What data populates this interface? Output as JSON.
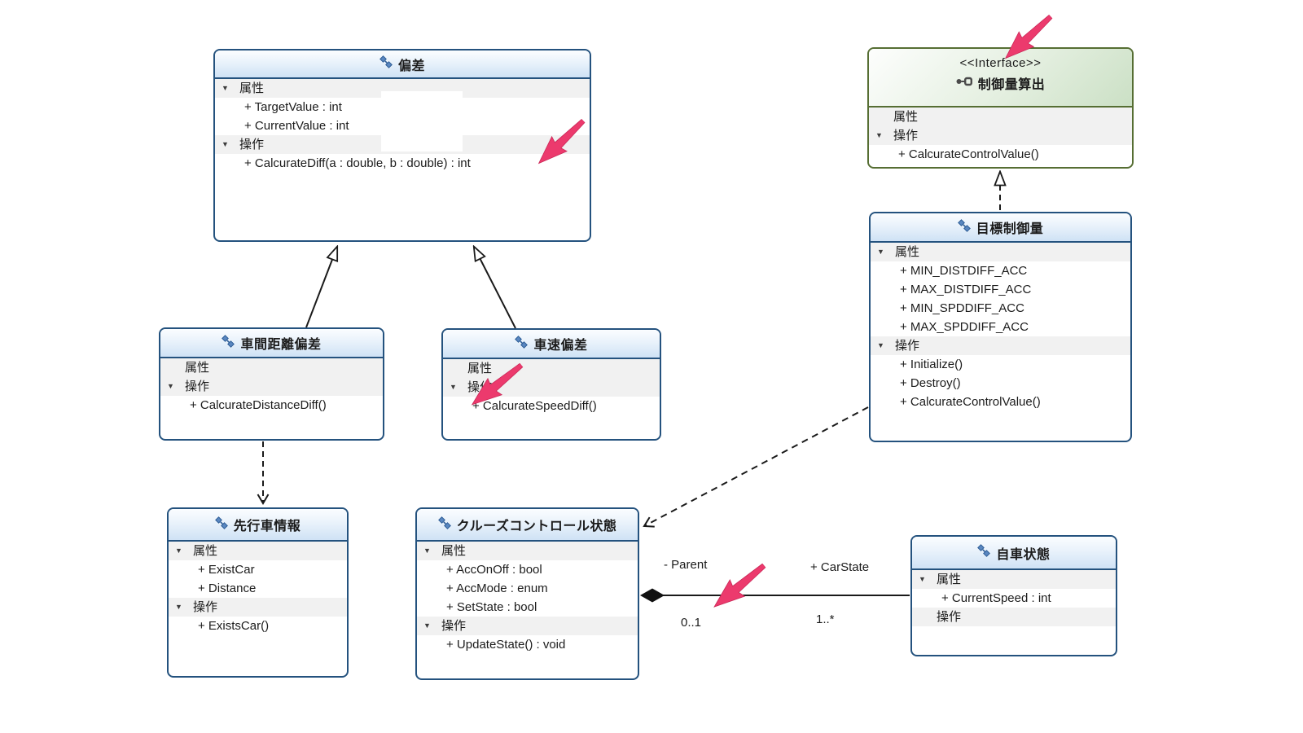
{
  "colors": {
    "class_border": "#24527e",
    "class_header_fill": "#cfe2f5",
    "interface_border": "#566e33",
    "interface_header_fill": "#cbe0c5",
    "section_stripe": "#f1f1f1",
    "connector": "#1a1a1a",
    "annotation_arrow": "#ec3a6d"
  },
  "classes": [
    {
      "name": "偏差",
      "sections": [
        {
          "label": "属性",
          "expanded": true,
          "members": [
            "+ TargetValue : int",
            "+ CurrentValue : int"
          ]
        },
        {
          "label": "操作",
          "expanded": true,
          "members": [
            "+ CalcurateDiff(a : double, b : double) : int"
          ]
        }
      ]
    },
    {
      "stereotype": "<<Interface>>",
      "name": "制御量算出",
      "sections": [
        {
          "label": "属性",
          "expanded": false,
          "members": []
        },
        {
          "label": "操作",
          "expanded": true,
          "members": [
            "+ CalcurateControlValue()"
          ]
        }
      ]
    },
    {
      "name": "目標制御量",
      "sections": [
        {
          "label": "属性",
          "expanded": true,
          "members": [
            "+ MIN_DISTDIFF_ACC",
            "+ MAX_DISTDIFF_ACC",
            "+ MIN_SPDDIFF_ACC",
            "+ MAX_SPDDIFF_ACC"
          ]
        },
        {
          "label": "操作",
          "expanded": true,
          "members": [
            "+ Initialize()",
            "+ Destroy()",
            "+ CalcurateControlValue()"
          ]
        }
      ]
    },
    {
      "name": "車間距離偏差",
      "sections": [
        {
          "label": "属性",
          "expanded": false,
          "members": []
        },
        {
          "label": "操作",
          "expanded": true,
          "members": [
            "+ CalcurateDistanceDiff()"
          ]
        }
      ]
    },
    {
      "name": "車速偏差",
      "sections": [
        {
          "label": "属性",
          "expanded": false,
          "members": []
        },
        {
          "label": "操作",
          "expanded": true,
          "members": [
            "+ CalcurateSpeedDiff()"
          ]
        }
      ]
    },
    {
      "name": "先行車情報",
      "sections": [
        {
          "label": "属性",
          "expanded": true,
          "members": [
            "+ ExistCar",
            "+ Distance"
          ]
        },
        {
          "label": "操作",
          "expanded": true,
          "members": [
            "+ ExistsCar()"
          ]
        }
      ]
    },
    {
      "name": "クルーズコントロール状態",
      "sections": [
        {
          "label": "属性",
          "expanded": true,
          "members": [
            "+ AccOnOff : bool",
            "+ AccMode : enum",
            "+ SetState : bool"
          ]
        },
        {
          "label": "操作",
          "expanded": true,
          "members": [
            "+ UpdateState() : void"
          ]
        }
      ]
    },
    {
      "name": "自車状態",
      "sections": [
        {
          "label": "属性",
          "expanded": true,
          "members": [
            "+ CurrentSpeed : int"
          ]
        },
        {
          "label": "操作",
          "expanded": false,
          "members": []
        }
      ]
    }
  ],
  "association": {
    "role_source": "- Parent",
    "mult_source": "0..1",
    "role_target": "+ CarState",
    "mult_target": "1..*"
  },
  "relationships": [
    {
      "type": "generalization",
      "from": "車間距離偏差",
      "to": "偏差"
    },
    {
      "type": "generalization",
      "from": "車速偏差",
      "to": "偏差"
    },
    {
      "type": "realization",
      "from": "目標制御量",
      "to": "制御量算出"
    },
    {
      "type": "dependency",
      "from": "車間距離偏差",
      "to": "先行車情報"
    },
    {
      "type": "dependency",
      "from": "目標制御量",
      "to": "クルーズコントロール状態"
    },
    {
      "type": "composition",
      "from": "クルーズコントロール状態",
      "to": "自車状態"
    }
  ],
  "annotations": [
    {
      "points_at": "CalcurateDiff return type : int"
    },
    {
      "points_at": "<<Interface>> stereotype"
    },
    {
      "points_at": "+ CalcurateSpeedDiff() visibility"
    },
    {
      "points_at": "composition end multiplicity 0..1"
    }
  ]
}
